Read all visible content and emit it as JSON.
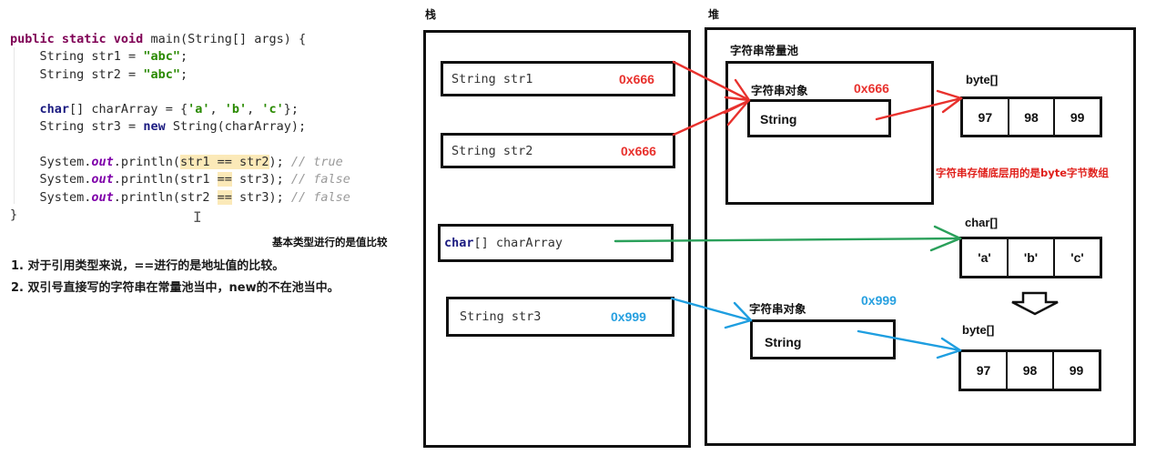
{
  "code": {
    "lines": [
      [
        {
          "t": "public static void ",
          "c": "kw"
        },
        {
          "t": "main(String[] args) {",
          "c": ""
        }
      ],
      [
        {
          "t": "    String str1 = ",
          "c": ""
        },
        {
          "t": "\"abc\"",
          "c": "str"
        },
        {
          "t": ";",
          "c": ""
        }
      ],
      [
        {
          "t": "    String str2 = ",
          "c": ""
        },
        {
          "t": "\"abc\"",
          "c": "str"
        },
        {
          "t": ";",
          "c": ""
        }
      ],
      [
        {
          "t": "",
          "c": ""
        }
      ],
      [
        {
          "t": "    ",
          "c": ""
        },
        {
          "t": "char",
          "c": "kw2"
        },
        {
          "t": "[] charArray = {",
          "c": ""
        },
        {
          "t": "'a'",
          "c": "str"
        },
        {
          "t": ", ",
          "c": ""
        },
        {
          "t": "'b'",
          "c": "str"
        },
        {
          "t": ", ",
          "c": ""
        },
        {
          "t": "'c'",
          "c": "str"
        },
        {
          "t": "};",
          "c": ""
        }
      ],
      [
        {
          "t": "    String str3 = ",
          "c": ""
        },
        {
          "t": "new",
          "c": "kw2"
        },
        {
          "t": " String(charArray);",
          "c": ""
        }
      ],
      [
        {
          "t": "",
          "c": ""
        }
      ],
      [
        {
          "t": "    System.",
          "c": ""
        },
        {
          "t": "out",
          "c": "fld"
        },
        {
          "t": ".println(",
          "c": ""
        },
        {
          "t": "str1 == str2",
          "c": "hl"
        },
        {
          "t": "); ",
          "c": ""
        },
        {
          "t": "// true",
          "c": "cmt"
        }
      ],
      [
        {
          "t": "    System.",
          "c": ""
        },
        {
          "t": "out",
          "c": "fld"
        },
        {
          "t": ".println(str1 ",
          "c": ""
        },
        {
          "t": "==",
          "c": "hl"
        },
        {
          "t": " str3); ",
          "c": ""
        },
        {
          "t": "// false",
          "c": "cmt"
        }
      ],
      [
        {
          "t": "    System.",
          "c": ""
        },
        {
          "t": "out",
          "c": "fld"
        },
        {
          "t": ".println(str2 ",
          "c": ""
        },
        {
          "t": "==",
          "c": "hl"
        },
        {
          "t": " str3); ",
          "c": ""
        },
        {
          "t": "// false",
          "c": "cmt"
        }
      ],
      [
        {
          "t": "}",
          "c": ""
        }
      ]
    ]
  },
  "notes": {
    "primitive_compare": "基本类型进行的是值比较",
    "point1": "1. 对于引用类型来说，==进行的是地址值的比较。",
    "point2": "2. 双引号直接写的字符串在常量池当中，new的不在池当中。"
  },
  "stack": {
    "title": "栈",
    "vars": [
      {
        "name": "String str1",
        "addr": "0x666",
        "color": "#e8312d"
      },
      {
        "name": "String str2",
        "addr": "0x666",
        "color": "#e8312d"
      },
      {
        "type_kw": "char",
        "name_rest": "[] charArray"
      },
      {
        "name": "String str3",
        "addr": "0x999",
        "color": "#27a0e0"
      }
    ]
  },
  "heap": {
    "title": "堆",
    "pool_title": "字符串常量池",
    "pool_object": {
      "label": "字符串对象",
      "addr": "0x666",
      "type": "String"
    },
    "byte_array_1": {
      "label": "byte[]",
      "values": [
        "97",
        "98",
        "99"
      ]
    },
    "storage_note": "字符串存储底层用的是byte字节数组",
    "char_array": {
      "label": "char[]",
      "values": [
        "'a'",
        "'b'",
        "'c'"
      ]
    },
    "new_object": {
      "label": "字符串对象",
      "addr": "0x999",
      "type": "String"
    },
    "byte_array_2": {
      "label": "byte[]",
      "values": [
        "97",
        "98",
        "99"
      ]
    }
  },
  "colors": {
    "pool_ref": "#e8312d",
    "char_ref": "#2aa05a",
    "new_ref": "#1e9ee0"
  }
}
